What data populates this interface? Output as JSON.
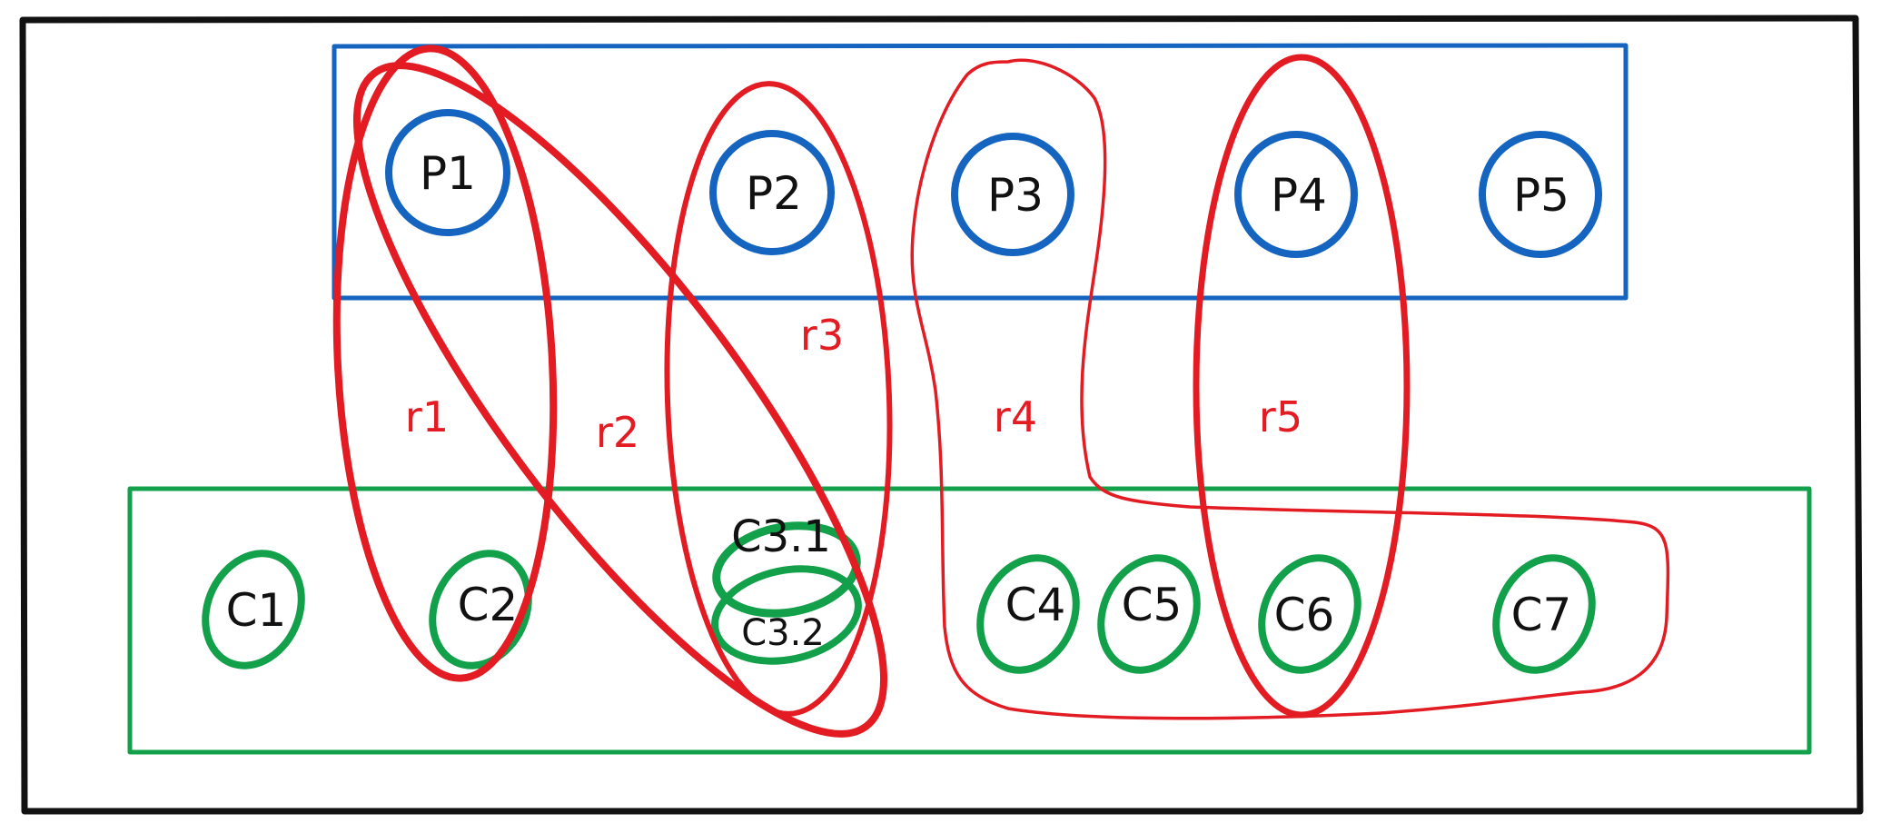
{
  "diagram": {
    "parents": {
      "nodes": [
        {
          "id": "p1",
          "label": "P1"
        },
        {
          "id": "p2",
          "label": "P2"
        },
        {
          "id": "p3",
          "label": "P3"
        },
        {
          "id": "p4",
          "label": "P4"
        },
        {
          "id": "p5",
          "label": "P5"
        }
      ]
    },
    "children": {
      "nodes": [
        {
          "id": "c1",
          "label": "C1"
        },
        {
          "id": "c2",
          "label": "C2"
        },
        {
          "id": "c3_1",
          "label": "C3.1"
        },
        {
          "id": "c3_2",
          "label": "C3.2"
        },
        {
          "id": "c4",
          "label": "C4"
        },
        {
          "id": "c5",
          "label": "C5"
        },
        {
          "id": "c6",
          "label": "C6"
        },
        {
          "id": "c7",
          "label": "C7"
        }
      ]
    },
    "relations": [
      {
        "id": "r1",
        "label": "r1"
      },
      {
        "id": "r2",
        "label": "r2"
      },
      {
        "id": "r3",
        "label": "r3"
      },
      {
        "id": "r4",
        "label": "r4"
      },
      {
        "id": "r5",
        "label": "r5"
      }
    ],
    "colors": {
      "frame": "#111111",
      "parent": "#1565c0",
      "child": "#13a04a",
      "relation": "#e31b23",
      "text": "#111111"
    }
  }
}
